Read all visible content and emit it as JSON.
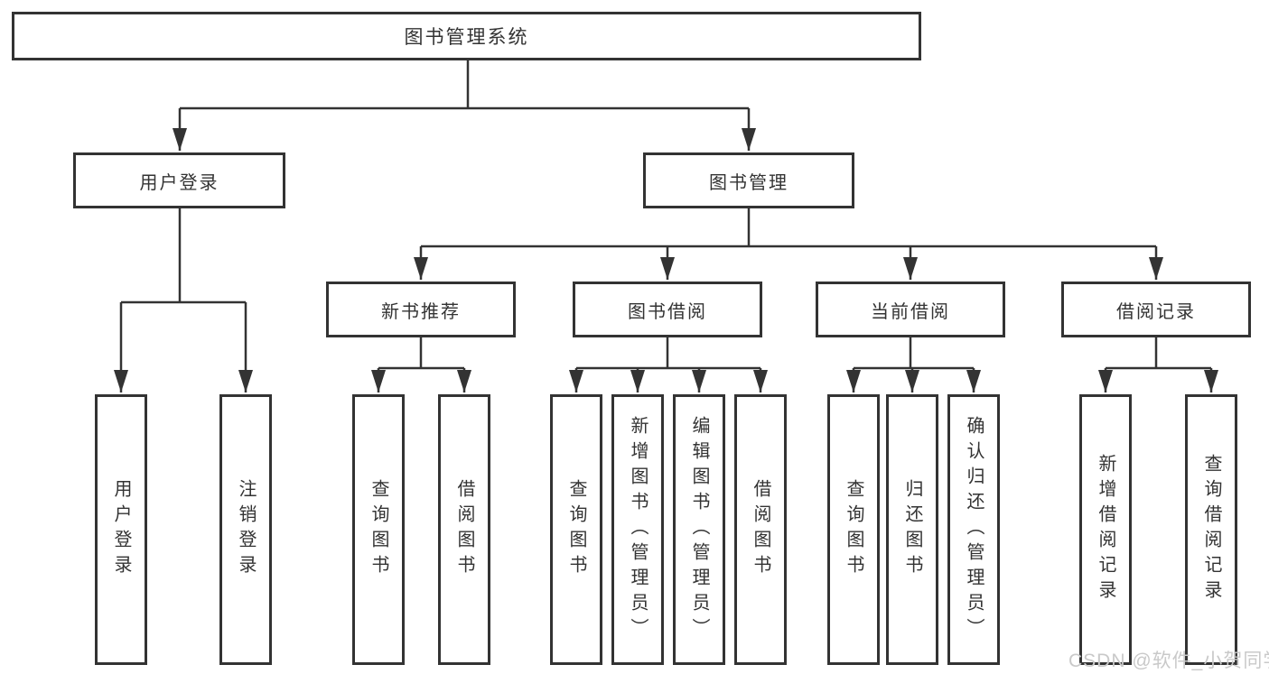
{
  "tree": {
    "label": "图书管理系统",
    "children": [
      {
        "label": "用户登录",
        "children": [
          {
            "label": "用户登录"
          },
          {
            "label": "注销登录"
          }
        ]
      },
      {
        "label": "图书管理",
        "children": [
          {
            "label": "新书推荐",
            "children": [
              {
                "label": "查询图书"
              },
              {
                "label": "借阅图书"
              }
            ]
          },
          {
            "label": "图书借阅",
            "children": [
              {
                "label": "查询图书"
              },
              {
                "label": "新增图书（管理员）"
              },
              {
                "label": "编辑图书（管理员）"
              },
              {
                "label": "借阅图书"
              }
            ]
          },
          {
            "label": "当前借阅",
            "children": [
              {
                "label": "查询图书"
              },
              {
                "label": "归还图书"
              },
              {
                "label": "确认归还（管理员）"
              }
            ]
          },
          {
            "label": "借阅记录",
            "children": [
              {
                "label": "新增借阅记录"
              },
              {
                "label": "查询借阅记录"
              }
            ]
          }
        ]
      }
    ]
  },
  "watermark": {
    "text": "CSDN @软件_小贺同学"
  },
  "colors": {
    "line": "#333333",
    "text": "#333333",
    "box-bg": "#ffffff",
    "watermark": "#c9c9c9",
    "background": "#ffffff"
  }
}
